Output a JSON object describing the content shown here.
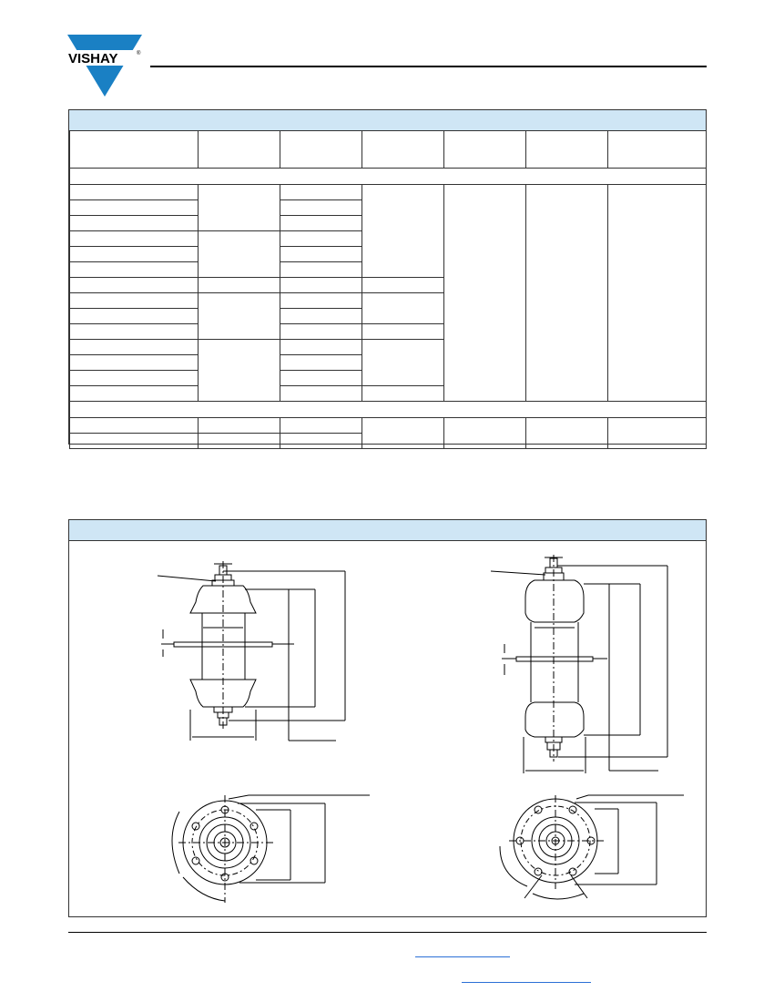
{
  "brand": {
    "name": "VISHAY",
    "registered": "®",
    "color": "#1a80c4"
  },
  "colors": {
    "table_header_fill": "#cfe6f5",
    "link": "#2b6fd6",
    "rule": "#000000"
  },
  "spec_table": {
    "columns": 7,
    "group_1_rows": 14,
    "group_2_rows": 2
  },
  "drawings": {
    "count": 4
  }
}
